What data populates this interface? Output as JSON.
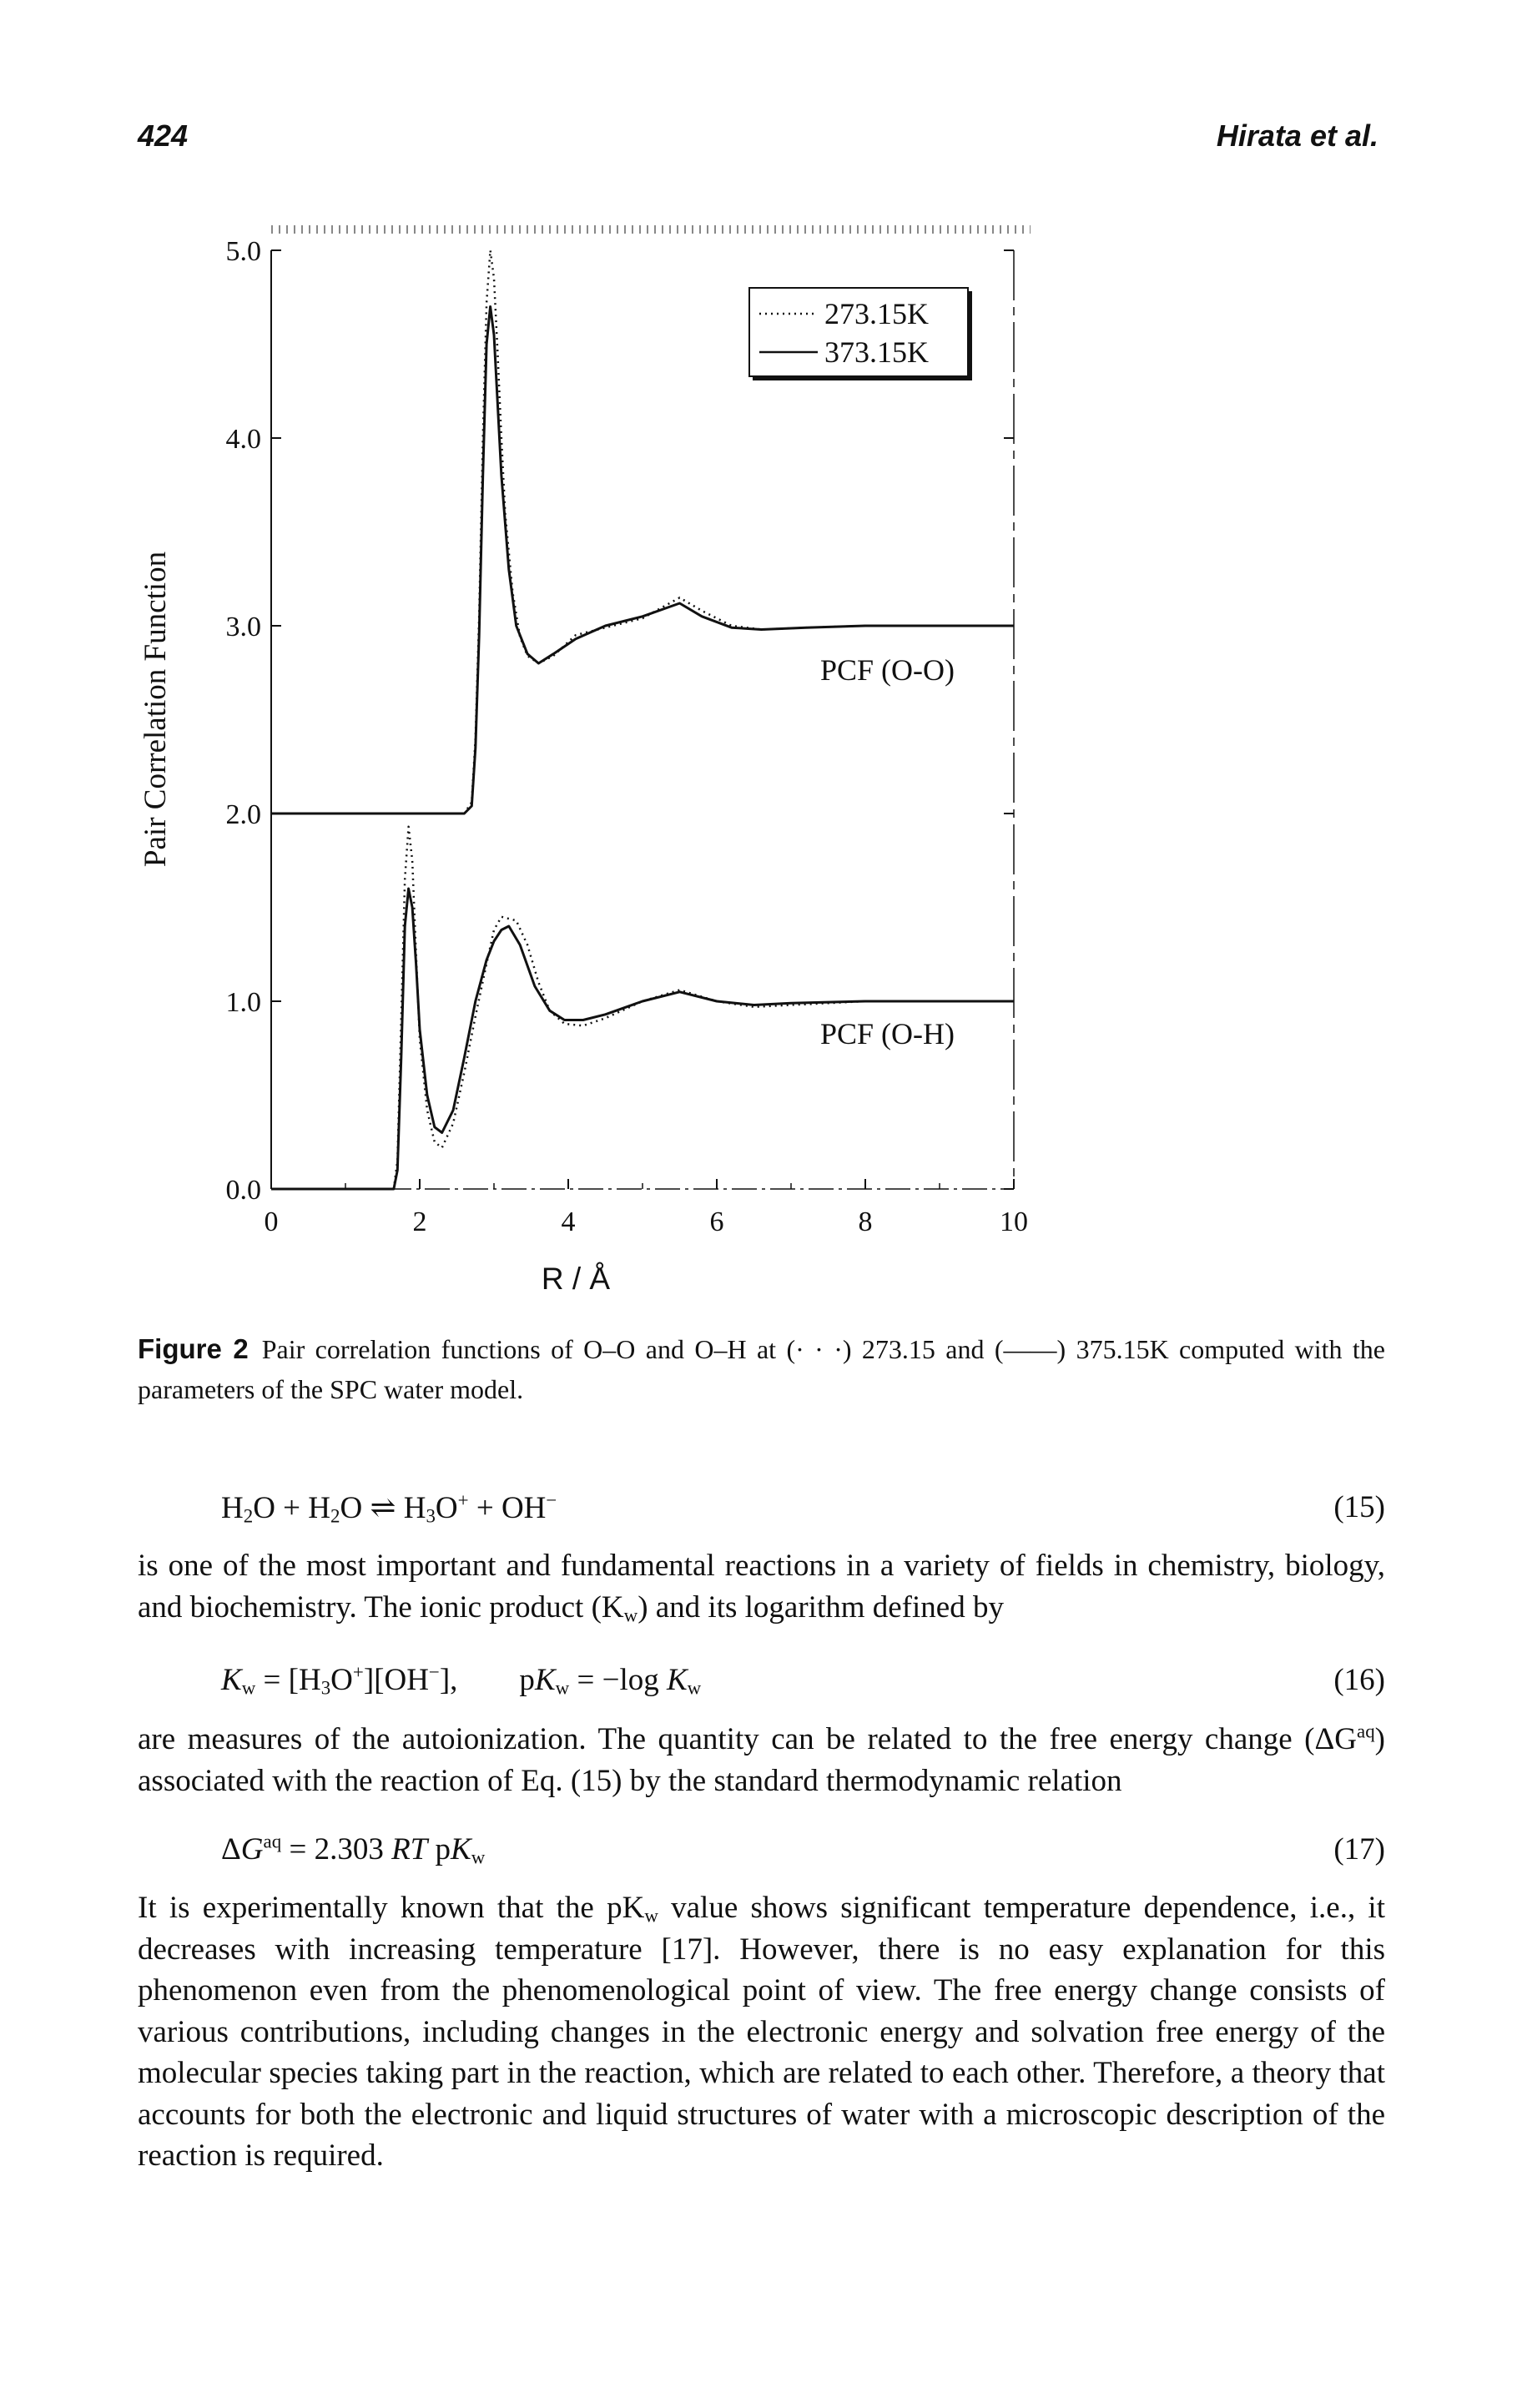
{
  "header": {
    "page_number": "424",
    "running_head": "Hirata et al."
  },
  "figure": {
    "ylabel": "Pair Correlation Function",
    "xlabel": "R / Å",
    "legend": [
      "273.15K",
      "373.15K"
    ],
    "labels": {
      "oo": "PCF (O-O)",
      "oh": "PCF (O-H)"
    }
  },
  "caption": {
    "label": "Figure 2",
    "text": "Pair correlation functions of O–O and O–H at (· · ·) 273.15 and (——) 375.15K computed with the parameters of the SPC water model."
  },
  "equations": {
    "eq15": {
      "number": "(15)"
    },
    "eq16": {
      "number": "(16)",
      "log_text": "−log"
    },
    "eq17": {
      "number": "(17)",
      "coef": "2.303"
    }
  },
  "paragraphs": {
    "p1": "is one of the most important and fundamental reactions in a variety of fields in chemistry, biology, and biochemistry. The ionic product (K",
    "p1_sub": "w",
    "p1_end": ") and its logarithm defined by",
    "p2_start": "are measures of the autoionization. The quantity can be related to the free energy change (ΔG",
    "p2_sup": "aq",
    "p2_end": ") associated with the reaction of Eq. (15) by the standard thermodynamic relation",
    "p3_start": "It is experimentally known that the pK",
    "p3_sub": "w",
    "p3_end": " value shows significant temperature dependence, i.e., it decreases with increasing temperature [17]. However, there is no easy explanation for this phenomenon even from the phenomenological point of view. The free energy change consists of various contributions, including changes in the electronic energy and solvation free energy of the molecular species taking part in the reaction, which are related to each other. Therefore, a theory that accounts for both the electronic and liquid structures of water with a microscopic description of the reaction is required."
  },
  "chart_data": {
    "type": "line",
    "title": "",
    "xlabel": "R / Å",
    "ylabel": "Pair Correlation Function",
    "xlim": [
      0,
      10
    ],
    "ylim": [
      0,
      5
    ],
    "x_ticks": [
      "0",
      "2",
      "4",
      "6",
      "8",
      "10"
    ],
    "y_ticks": [
      "0.0",
      "1.0",
      "2.0",
      "3.0",
      "4.0",
      "5.0"
    ],
    "y_tick_values": [
      0,
      1,
      2,
      3,
      4,
      5
    ],
    "x_tick_values": [
      0,
      2,
      4,
      6,
      8,
      10
    ],
    "legend_position": "top-right",
    "series": [
      {
        "name": "273.15K",
        "style": "dotted",
        "panel": "PCF (O-O)",
        "x": [
          0,
          2.6,
          2.7,
          2.75,
          2.8,
          2.85,
          2.9,
          2.95,
          3.0,
          3.05,
          3.1,
          3.15,
          3.25,
          3.35,
          3.45,
          3.6,
          3.8,
          4.1,
          4.5,
          5.0,
          5.5,
          5.8,
          6.2,
          6.6,
          7.2,
          8.0,
          9.0,
          10.0
        ],
        "values": [
          2.0,
          2.0,
          2.06,
          2.4,
          3.05,
          4.0,
          4.72,
          5.0,
          4.85,
          4.45,
          4.0,
          3.6,
          3.18,
          2.94,
          2.84,
          2.8,
          2.84,
          2.95,
          2.99,
          3.04,
          3.15,
          3.08,
          3.0,
          2.98,
          2.99,
          3.0,
          3.0,
          3.0
        ]
      },
      {
        "name": "373.15K",
        "style": "solid",
        "panel": "PCF (O-O)",
        "x": [
          0,
          2.6,
          2.7,
          2.75,
          2.8,
          2.85,
          2.9,
          2.95,
          3.0,
          3.05,
          3.1,
          3.2,
          3.3,
          3.45,
          3.6,
          3.8,
          4.1,
          4.5,
          5.0,
          5.5,
          5.8,
          6.2,
          6.6,
          7.2,
          8.0,
          9.0,
          10.0
        ],
        "values": [
          2.0,
          2.0,
          2.04,
          2.35,
          2.95,
          3.8,
          4.5,
          4.7,
          4.55,
          4.18,
          3.8,
          3.3,
          3.0,
          2.85,
          2.8,
          2.85,
          2.93,
          3.0,
          3.05,
          3.12,
          3.05,
          2.99,
          2.98,
          2.99,
          3.0,
          3.0,
          3.0
        ]
      },
      {
        "name": "273.15K",
        "style": "dotted",
        "panel": "PCF (O-H)",
        "x": [
          0,
          1.65,
          1.7,
          1.75,
          1.8,
          1.85,
          1.9,
          1.95,
          2.0,
          2.1,
          2.2,
          2.3,
          2.45,
          2.6,
          2.75,
          2.9,
          3.0,
          3.1,
          3.3,
          3.45,
          3.6,
          3.75,
          3.95,
          4.2,
          4.5,
          5.0,
          5.5,
          6.0,
          6.5,
          7.0,
          8.0,
          9.0,
          10.0
        ],
        "values": [
          0.0,
          0.0,
          0.15,
          0.9,
          1.65,
          1.93,
          1.75,
          1.25,
          0.8,
          0.42,
          0.25,
          0.22,
          0.35,
          0.62,
          0.92,
          1.2,
          1.38,
          1.45,
          1.43,
          1.3,
          1.1,
          0.95,
          0.88,
          0.87,
          0.91,
          1.0,
          1.06,
          1.0,
          0.97,
          0.98,
          1.0,
          1.0,
          1.0
        ]
      },
      {
        "name": "373.15K",
        "style": "solid",
        "panel": "PCF (O-H)",
        "x": [
          0,
          1.65,
          1.7,
          1.75,
          1.8,
          1.85,
          1.9,
          1.95,
          2.0,
          2.1,
          2.2,
          2.3,
          2.45,
          2.6,
          2.75,
          2.9,
          3.0,
          3.1,
          3.2,
          3.35,
          3.55,
          3.75,
          3.95,
          4.2,
          4.5,
          5.0,
          5.5,
          6.0,
          6.5,
          7.0,
          8.0,
          9.0,
          10.0
        ],
        "values": [
          0.0,
          0.0,
          0.1,
          0.7,
          1.4,
          1.6,
          1.5,
          1.2,
          0.85,
          0.5,
          0.33,
          0.3,
          0.42,
          0.7,
          1.0,
          1.22,
          1.32,
          1.38,
          1.4,
          1.3,
          1.08,
          0.95,
          0.9,
          0.9,
          0.93,
          1.0,
          1.05,
          1.0,
          0.98,
          0.99,
          1.0,
          1.0,
          1.0
        ]
      }
    ]
  }
}
